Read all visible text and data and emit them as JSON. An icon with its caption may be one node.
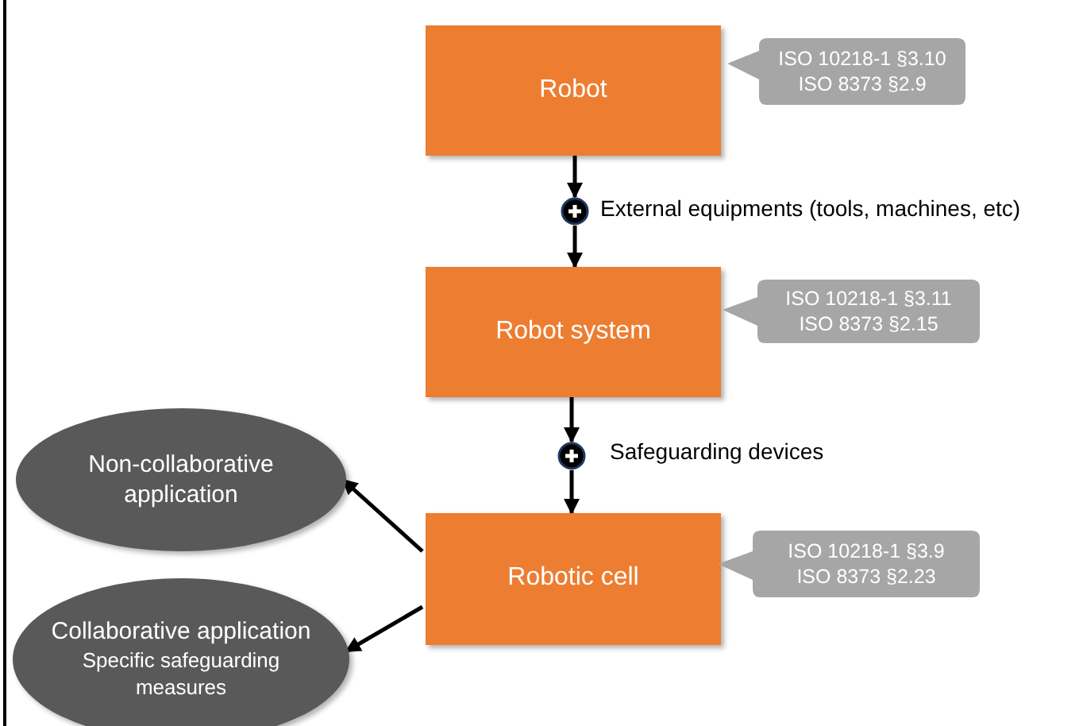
{
  "diagram": {
    "nodes": [
      {
        "text": [
          "Robot"
        ]
      },
      {
        "text": [
          "ISO 10218-1 §3.10",
          "ISO 8373 §2.9"
        ]
      },
      {
        "text": [],
        "shape": "circle",
        "beside": [
          "External equipments (tools, machines, etc)"
        ]
      },
      {
        "text": [
          "Robot system"
        ]
      },
      {
        "text": [
          "ISO 10218-1 §3.11",
          "ISO 8373 §2.15"
        ]
      },
      {
        "text": [],
        "shape": "circle",
        "beside": [
          "Safeguarding devices"
        ]
      },
      {
        "text": [
          "Non-collaborative application"
        ]
      },
      {
        "text": [
          "Robotic cell"
        ]
      },
      {
        "text": [
          "ISO 10218-1 §3.9",
          "ISO 8373 §2.23"
        ]
      },
      {
        "text": [
          "Collaborative application",
          "Specific safeguarding measures"
        ]
      }
    ],
    "edges": [
      {
        "from": 0,
        "to": 2,
        "arrow": "to"
      },
      {
        "from": 2,
        "to": 3,
        "arrow": "to"
      },
      {
        "from": 3,
        "to": 5,
        "arrow": "to"
      },
      {
        "from": 5,
        "to": 7,
        "arrow": "to"
      },
      {
        "from": 7,
        "to": 6,
        "arrow": "to"
      },
      {
        "from": 7,
        "to": 9,
        "arrow": "to"
      }
    ]
  }
}
